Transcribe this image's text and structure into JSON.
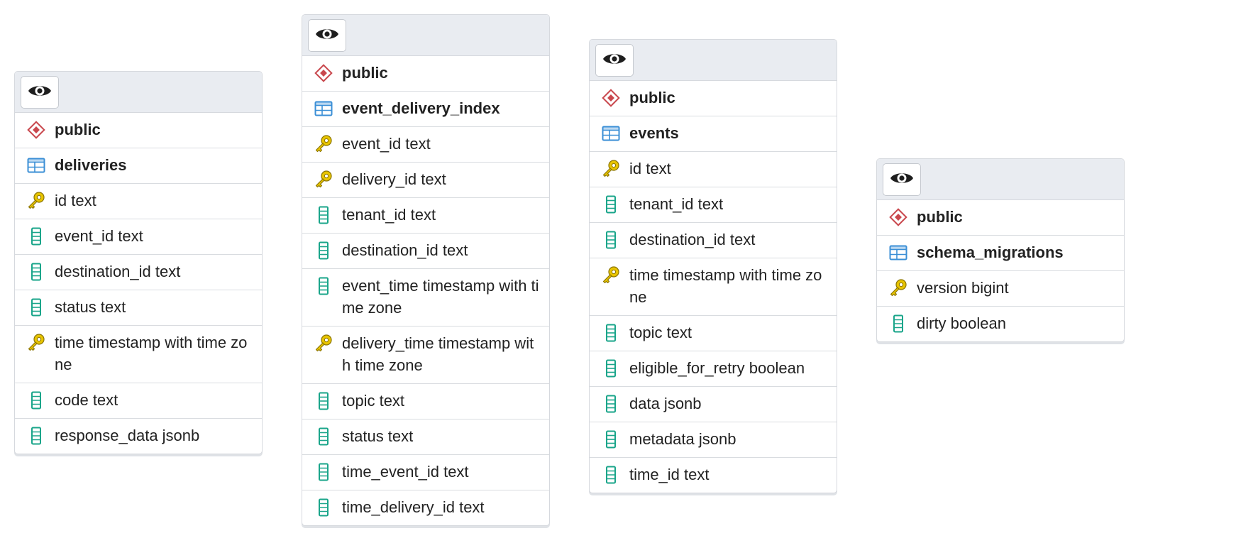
{
  "tables": [
    {
      "schema": "public",
      "name": "deliveries",
      "columns": [
        {
          "label": "id text",
          "key": true
        },
        {
          "label": "event_id text",
          "key": false
        },
        {
          "label": "destination_id text",
          "key": false
        },
        {
          "label": "status text",
          "key": false
        },
        {
          "label": "time timestamp with time zone",
          "key": true
        },
        {
          "label": "code text",
          "key": false
        },
        {
          "label": "response_data jsonb",
          "key": false
        }
      ]
    },
    {
      "schema": "public",
      "name": "event_delivery_index",
      "columns": [
        {
          "label": "event_id text",
          "key": true
        },
        {
          "label": "delivery_id text",
          "key": true
        },
        {
          "label": "tenant_id text",
          "key": false
        },
        {
          "label": "destination_id text",
          "key": false
        },
        {
          "label": "event_time timestamp with time zone",
          "key": false
        },
        {
          "label": "delivery_time timestamp with time zone",
          "key": true
        },
        {
          "label": "topic text",
          "key": false
        },
        {
          "label": "status text",
          "key": false
        },
        {
          "label": "time_event_id text",
          "key": false
        },
        {
          "label": "time_delivery_id text",
          "key": false
        }
      ]
    },
    {
      "schema": "public",
      "name": "events",
      "columns": [
        {
          "label": "id text",
          "key": true
        },
        {
          "label": "tenant_id text",
          "key": false
        },
        {
          "label": "destination_id text",
          "key": false
        },
        {
          "label": "time timestamp with time zone",
          "key": true
        },
        {
          "label": "topic text",
          "key": false
        },
        {
          "label": "eligible_for_retry boolean",
          "key": false
        },
        {
          "label": "data jsonb",
          "key": false
        },
        {
          "label": "metadata jsonb",
          "key": false
        },
        {
          "label": "time_id text",
          "key": false
        }
      ]
    },
    {
      "schema": "public",
      "name": "schema_migrations",
      "columns": [
        {
          "label": "version bigint",
          "key": true
        },
        {
          "label": "dirty boolean",
          "key": false
        }
      ]
    }
  ],
  "icons": {
    "eye": "eye-icon",
    "schema": "schema-icon",
    "table": "table-icon",
    "primary_key": "key-icon",
    "column": "column-icon"
  },
  "colors": {
    "schema_icon": "#c9474d",
    "table_icon": "#3b8fd6",
    "key_icon": "#e8c400",
    "column_icon": "#1aa58a",
    "header_bg": "#e9ecf1"
  }
}
